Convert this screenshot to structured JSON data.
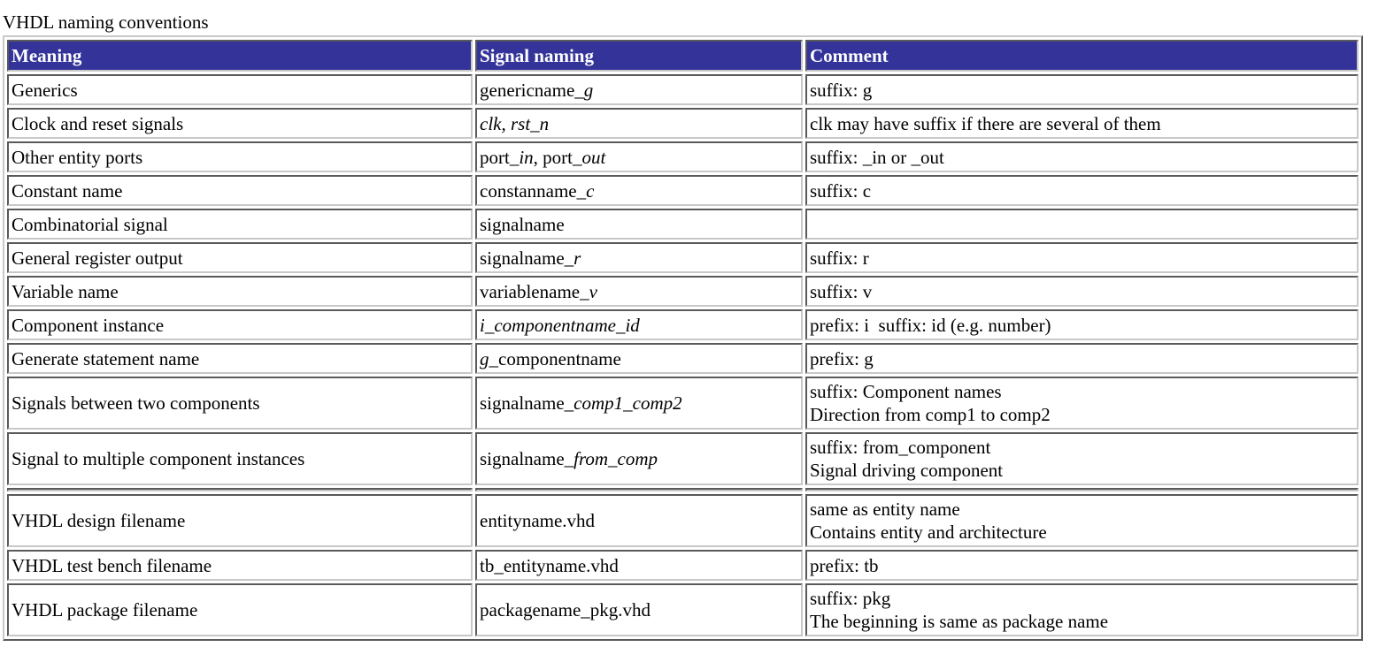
{
  "caption": "VHDL naming conventions",
  "headers": {
    "meaning": "Meaning",
    "signal_naming": "Signal naming",
    "comment": "Comment"
  },
  "rows": [
    {
      "meaning": "Generics",
      "sig_a": "genericname",
      "sig_b": "_g",
      "comment_1": "suffix: g",
      "comment_2": ""
    },
    {
      "meaning": "Clock and reset signals",
      "sig_a": "",
      "sig_b": "clk, rst_n",
      "comment_1": "clk may have suffix if there are several of them",
      "comment_2": ""
    },
    {
      "meaning": "Other entity ports",
      "sig_a": "port",
      "sig_b": "_in",
      "sig_c": ", port",
      "sig_d": "_out",
      "comment_1": "suffix: _in or _out",
      "comment_2": ""
    },
    {
      "meaning": "Constant name",
      "sig_a": "constanname",
      "sig_b": "_c",
      "comment_1": "suffix: c",
      "comment_2": ""
    },
    {
      "meaning": "Combinatorial signal",
      "sig_a": "signalname",
      "sig_b": "",
      "comment_1": "",
      "comment_2": ""
    },
    {
      "meaning": "General register output",
      "sig_a": "signalname",
      "sig_b": "_r",
      "comment_1": "suffix: r",
      "comment_2": ""
    },
    {
      "meaning": "Variable name",
      "sig_a": "variablename",
      "sig_b": "_v",
      "comment_1": "suffix: v",
      "comment_2": ""
    },
    {
      "meaning": "Component instance",
      "sig_a": "",
      "sig_b": "i_componentname_id",
      "comment_1": "prefix: i  suffix: id (e.g. number)",
      "comment_2": ""
    },
    {
      "meaning": "Generate statement name",
      "sig_a": "",
      "sig_b": "g",
      "sig_c": "_componentname",
      "comment_1": "prefix: g",
      "comment_2": ""
    },
    {
      "meaning": "Signals between two components",
      "sig_a": "signalname",
      "sig_b": "_comp1_comp2",
      "comment_1": "suffix: Component names",
      "comment_2": "Direction from comp1 to comp2"
    },
    {
      "meaning": "Signal to multiple component instances",
      "sig_a": "signalname",
      "sig_b": "_from_comp",
      "comment_1": "suffix: from_component",
      "comment_2": "Signal driving component"
    },
    {
      "meaning": "VHDL design filename",
      "sig_a": "entityname.vhd",
      "sig_b": "",
      "comment_1": "same as entity name",
      "comment_2": "Contains entity and architecture"
    },
    {
      "meaning": "VHDL test bench filename",
      "sig_a": "tb_entityname.vhd",
      "sig_b": "",
      "comment_1": "prefix: tb",
      "comment_2": ""
    },
    {
      "meaning": "VHDL package filename",
      "sig_a": "packagename_pkg.vhd",
      "sig_b": "",
      "comment_1": "suffix: pkg",
      "comment_2": "The beginning is same as package name"
    }
  ]
}
